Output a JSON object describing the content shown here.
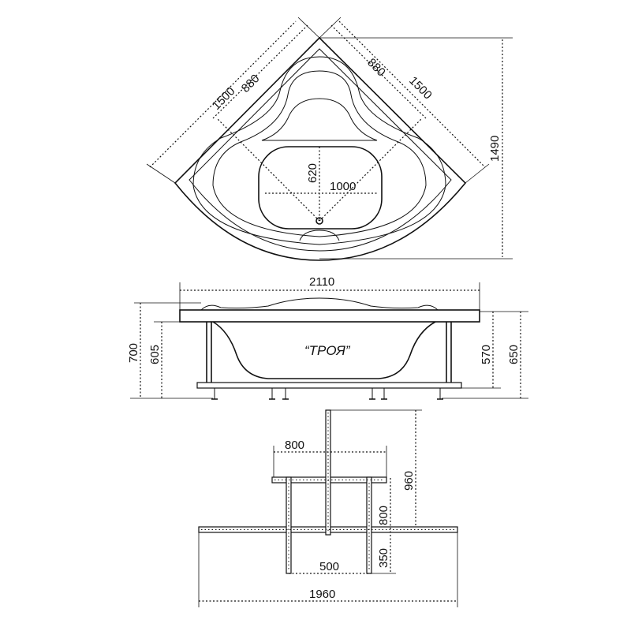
{
  "top_view": {
    "side_left": "1500",
    "inner_left": "880",
    "inner_right": "880",
    "side_right": "1500",
    "depth": "1490",
    "basin_depth": "620",
    "basin_width": "1000"
  },
  "side_view": {
    "length": "2110",
    "total_height_left": "700",
    "frame_height_left": "605",
    "frame_height_right": "570",
    "total_height_right": "650",
    "model_name": "“ТРОЯ”"
  },
  "frame_view": {
    "top_width": "800",
    "height": "960",
    "leg_height": "800",
    "leg_offset": "350",
    "leg_spacing": "500",
    "base_width": "1960"
  }
}
